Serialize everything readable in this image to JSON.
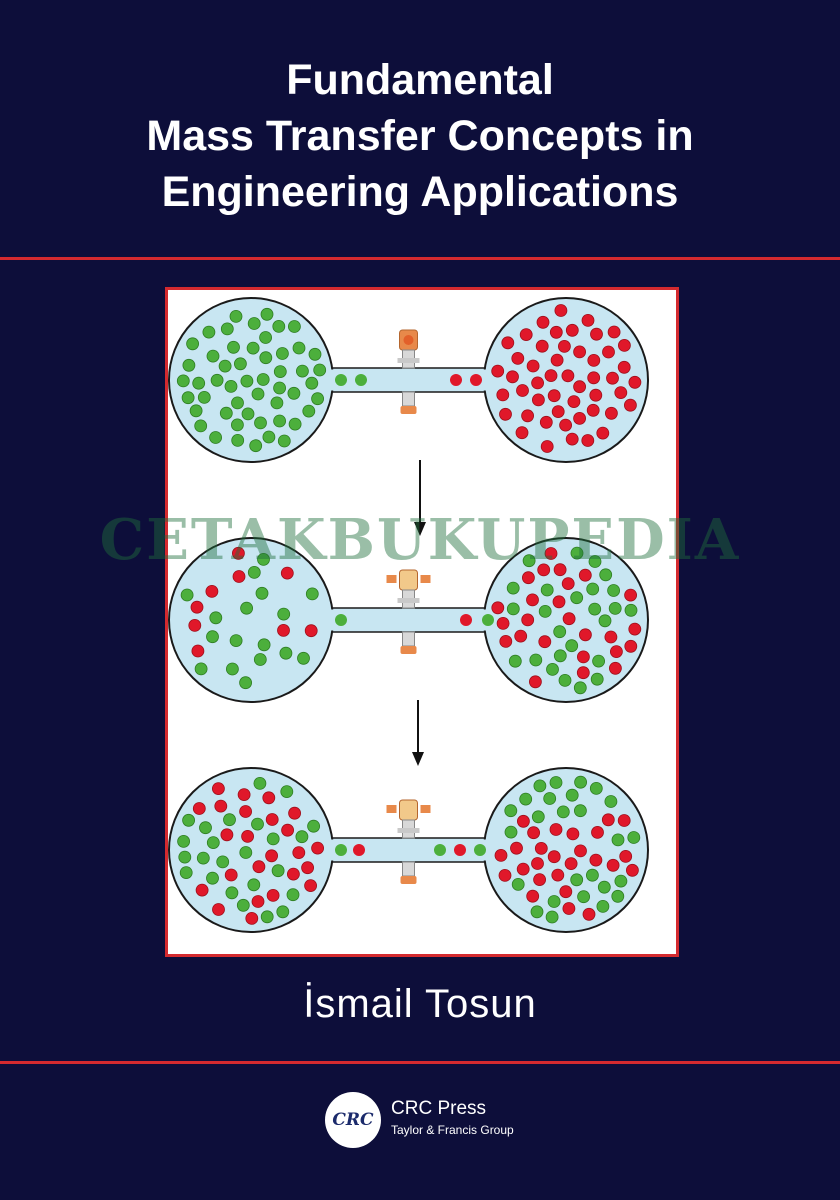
{
  "cover": {
    "title_lines": [
      "Fundamental",
      "Mass Transfer Concepts in",
      "Engineering Applications"
    ],
    "author": "İsmail Tosun",
    "watermark": "CETAKBUKUPEDIA",
    "publisher": {
      "logo_text": "CRC",
      "name": "CRC Press",
      "subtitle": "Taylor & Francis Group"
    }
  },
  "colors": {
    "background": "#0d0e3a",
    "accent_red": "#d42a2f",
    "bulb_fill": "#c8e6f2",
    "bulb_stroke": "#1a1a1a",
    "green_particle": "#4caf3c",
    "red_particle": "#e0182a",
    "valve_top_closed": "#e8894a",
    "valve_top_open": "#f2c98a"
  },
  "figure": {
    "stages": [
      {
        "name": "initial",
        "left_bulb": "green",
        "right_bulb": "red",
        "valve": "closed"
      },
      {
        "name": "intermediate",
        "left_bulb": "mostly-green",
        "right_bulb": "mixed",
        "valve": "open"
      },
      {
        "name": "equilibrium",
        "left_bulb": "mixed",
        "right_bulb": "mixed",
        "valve": "open"
      }
    ],
    "icons": [
      "down-arrow-icon",
      "valve-icon"
    ]
  }
}
